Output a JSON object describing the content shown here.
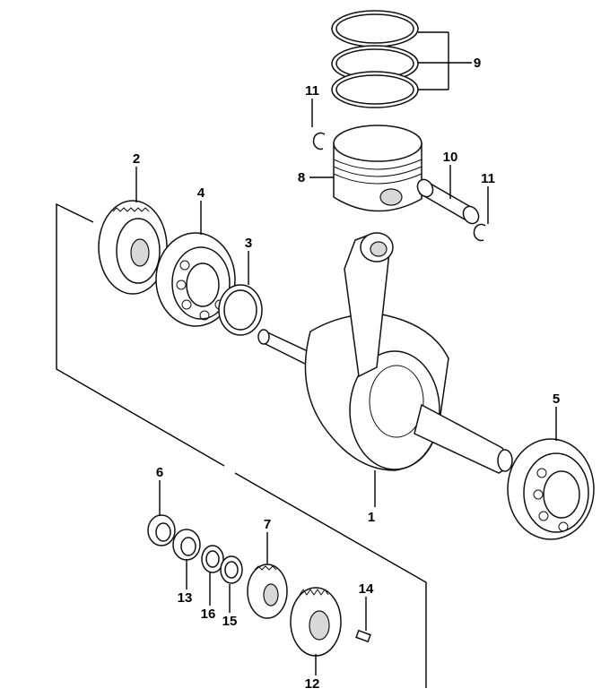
{
  "diagram": {
    "callouts": {
      "c1": "1",
      "c2": "2",
      "c3": "3",
      "c4": "4",
      "c5": "5",
      "c6": "6",
      "c7": "7",
      "c8": "8",
      "c9": "9",
      "c10": "10",
      "c11a": "11",
      "c11b": "11",
      "c12": "12",
      "c13": "13",
      "c14": "14",
      "c15": "15",
      "c16": "16"
    }
  }
}
